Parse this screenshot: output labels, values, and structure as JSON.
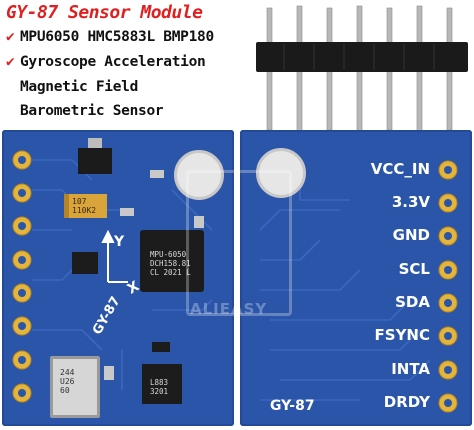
{
  "header": {
    "title": "GY-87 Sensor Module",
    "line1": "MPU6050 HMC5883L BMP180",
    "line2": "Gyroscope Acceleration",
    "line3": "Magnetic Field",
    "line4": "Barometric Sensor"
  },
  "board_back": {
    "pins": [
      "VCC_IN",
      "3.3V",
      "GND",
      "SCL",
      "SDA",
      "FSYNC",
      "INTA",
      "DRDY"
    ],
    "label": "GY-87"
  },
  "board_front": {
    "label": "GY-87",
    "axis_y": "Y",
    "axis_x": "X",
    "cap_text": "107\n110K2",
    "mpu_text": "MPU-6050\nDCH158.81\nCL 2021 L",
    "bmp_text": "244\nU26\n60",
    "hmc_text": "L883\n3201"
  },
  "watermark": "ALIEASY",
  "colors": {
    "pcb": "#2a55a8",
    "pad": "#e4b53a",
    "title": "#e02020"
  }
}
